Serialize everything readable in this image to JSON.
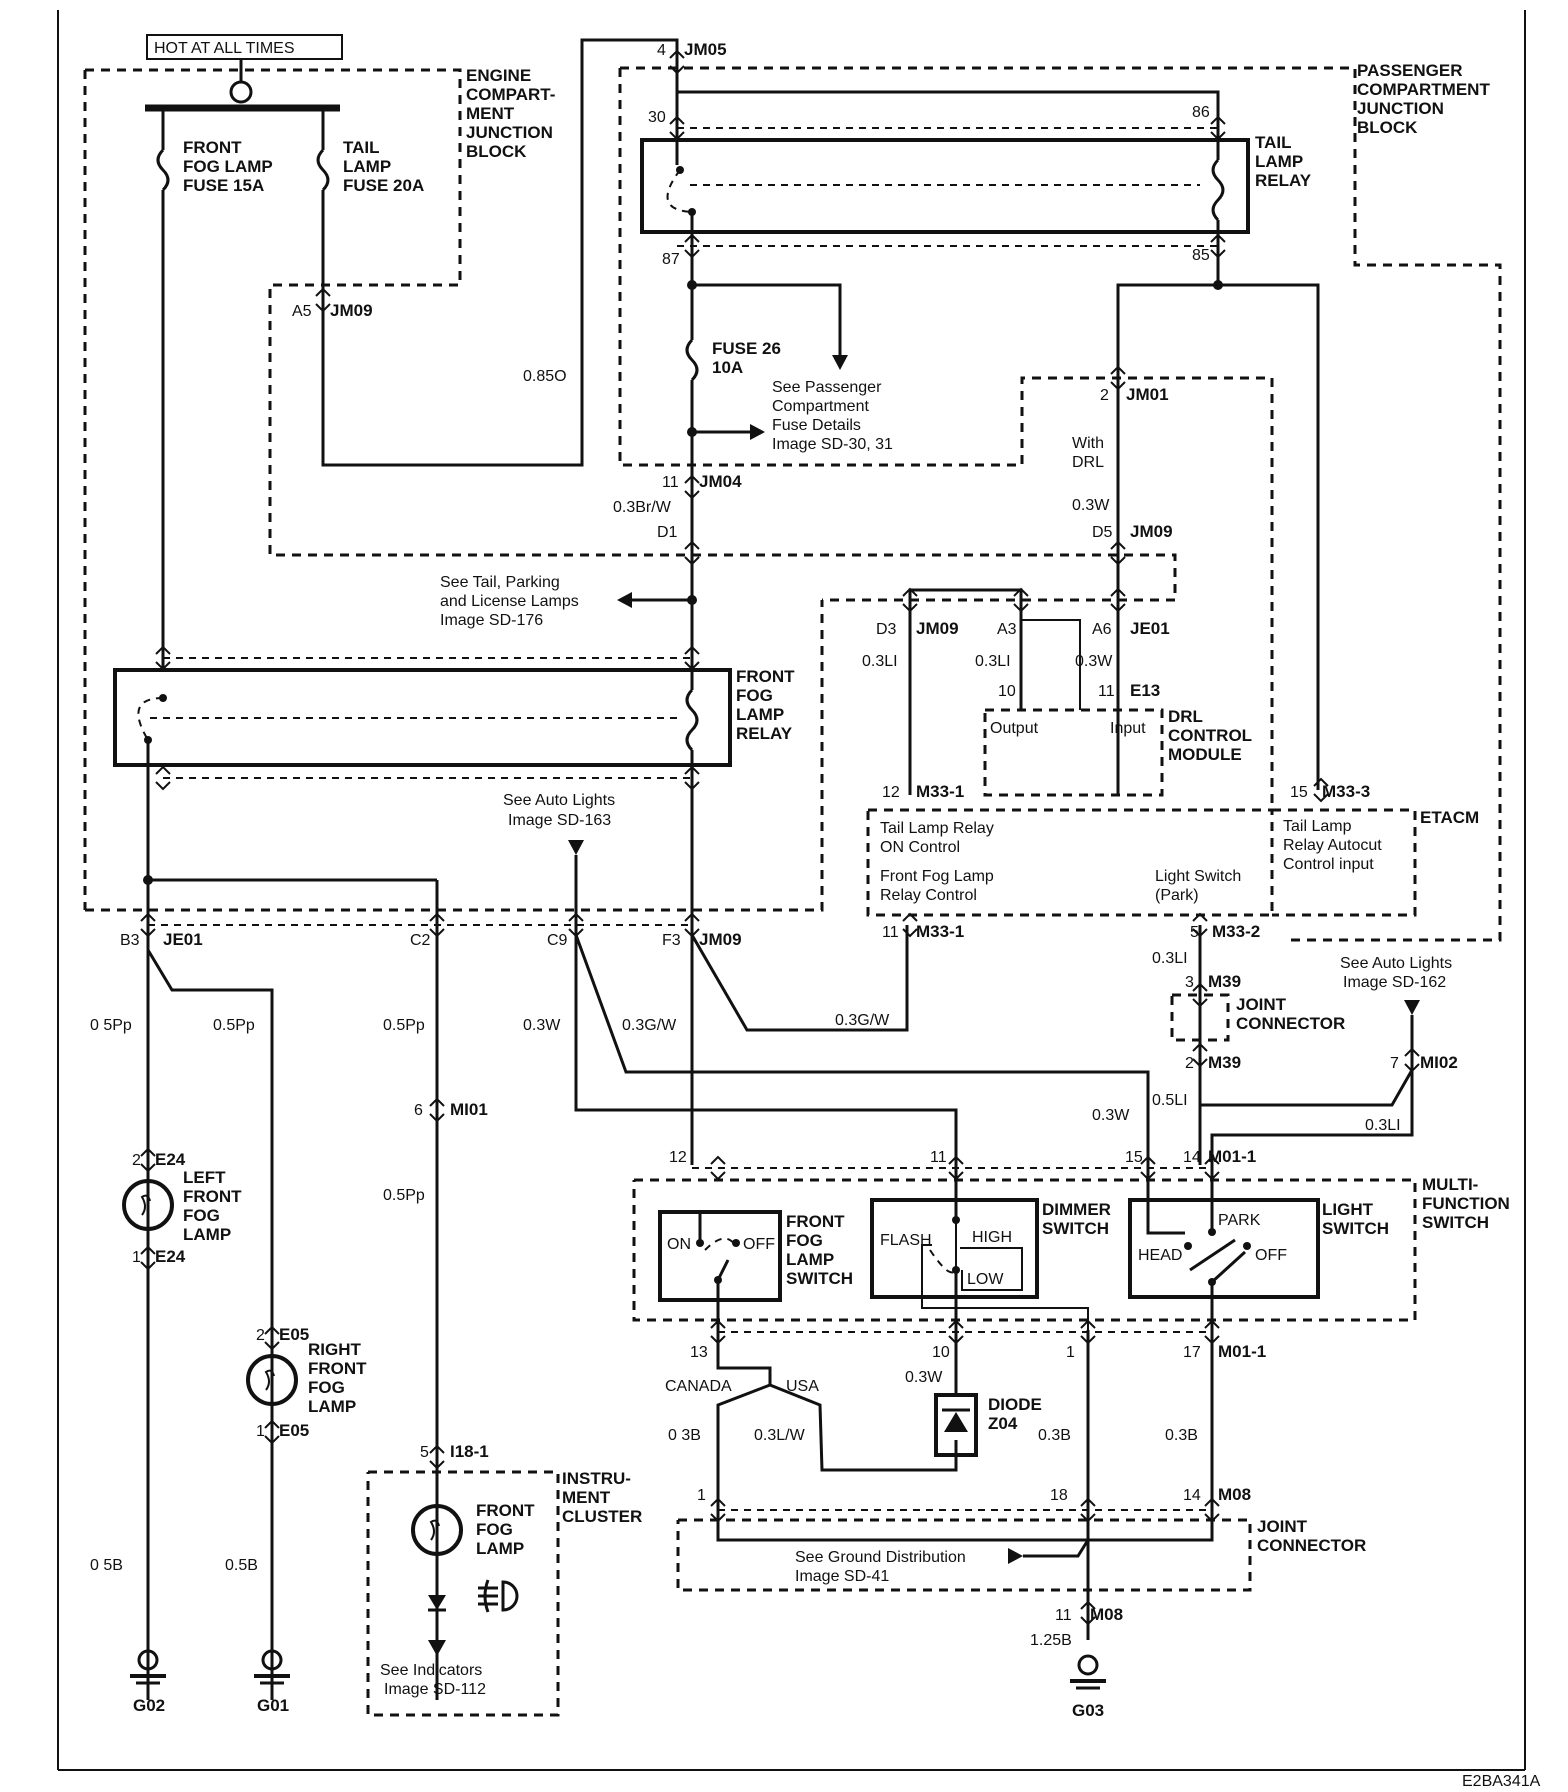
{
  "labels": {
    "hot": "HOT AT ALL TIMES",
    "ecjb": [
      "ENGINE",
      "COMPART-",
      "MENT",
      "JUNCTION",
      "BLOCK"
    ],
    "pcjb": [
      "PASSENGER",
      "COMPARTMENT",
      "JUNCTION",
      "BLOCK"
    ],
    "fog_fuse": [
      "FRONT",
      "FOG LAMP",
      "FUSE 15A"
    ],
    "tail_fuse": [
      "TAIL",
      "LAMP",
      "FUSE 20A"
    ],
    "tail_relay": [
      "TAIL",
      "LAMP",
      "RELAY"
    ],
    "fuse26": [
      "FUSE 26",
      "10A"
    ],
    "see_pass": [
      "See Passenger",
      "Compartment",
      "Fuse Details",
      "Image SD-30, 31"
    ],
    "see_tail": [
      "See Tail, Parking",
      "and License Lamps",
      "Image  SD-176"
    ],
    "fog_relay": [
      "FRONT",
      "FOG",
      "LAMP",
      "RELAY"
    ],
    "with_drl": [
      "With",
      "DRL"
    ],
    "drl": [
      "DRL",
      "CONTROL",
      "MODULE"
    ],
    "drl_output": "Output",
    "drl_input": "Input",
    "etacm": "ETACM",
    "etacm_tail": [
      "Tail Lamp Relay",
      "ON Control"
    ],
    "etacm_fog": [
      "Front Fog Lamp",
      "Relay Control"
    ],
    "etacm_light": [
      "Light Switch",
      "(Park)"
    ],
    "etacm_auto": [
      "Tail Lamp",
      "Relay Autocut",
      "Control input"
    ],
    "see_auto163": [
      "See Auto Lights",
      "Image SD-163"
    ],
    "see_auto162": [
      "See Auto Lights",
      "Image SD-162"
    ],
    "joint_m39": [
      "JOINT",
      "CONNECTOR"
    ],
    "left_lamp": [
      "LEFT",
      "FRONT",
      "FOG",
      "LAMP"
    ],
    "right_lamp": [
      "RIGHT",
      "FRONT",
      "FOG",
      "LAMP"
    ],
    "instr": [
      "INSTRU-",
      "MENT",
      "CLUSTER"
    ],
    "instr_lamp": [
      "FRONT",
      "FOG",
      "LAMP"
    ],
    "see_ind": [
      "See Indicators",
      "Image SD-112"
    ],
    "fog_switch": [
      "FRONT",
      "FOG",
      "LAMP",
      "SWITCH"
    ],
    "on": "ON",
    "off": "OFF",
    "dimmer": [
      "DIMMER",
      "SWITCH"
    ],
    "flash": "FLASH",
    "high": "HIGH",
    "low": "LOW",
    "light_switch": [
      "LIGHT",
      "SWITCH"
    ],
    "park": "PARK",
    "head": "HEAD",
    "off2": "OFF",
    "mfs": [
      "MULTI-",
      "FUNCTION",
      "SWITCH"
    ],
    "canada": "CANADA",
    "usa": "USA",
    "diode": [
      "DIODE",
      "Z04"
    ],
    "see_ground": [
      "See Ground Distribution",
      "Image SD-41"
    ],
    "joint_m08": [
      "JOINT",
      "CONNECTOR"
    ],
    "g02": "G02",
    "g01": "G01",
    "g03": "G03",
    "code": "E2BA341A"
  },
  "connectors": {
    "jm05": [
      "4",
      "JM05"
    ],
    "r30": "30",
    "r86": "86",
    "r87": "87",
    "r85": "85",
    "jm09a5": [
      "A5",
      "JM09"
    ],
    "jm01": [
      "2",
      "JM01"
    ],
    "jm04": [
      "11",
      "JM04"
    ],
    "d1": "D1",
    "d5": [
      "D5",
      "JM09"
    ],
    "d3": [
      "D3",
      "JM09"
    ],
    "a3": "A3",
    "a6": [
      "A6",
      "JE01"
    ],
    "e13": [
      "10",
      "11",
      "E13"
    ],
    "m33_1a": [
      "12",
      "M33-1"
    ],
    "m33_3": [
      "15",
      "M33-3"
    ],
    "m33_1b": [
      "11",
      "M33-1"
    ],
    "m33_2": [
      "5",
      "M33-2"
    ],
    "b3": [
      "B3",
      "JE01"
    ],
    "c2": "C2",
    "c9": "C9",
    "f3": [
      "F3",
      "JM09"
    ],
    "m39a": [
      "3",
      "M39"
    ],
    "m39b": [
      "2",
      "M39"
    ],
    "mi02": [
      "7",
      "MI02"
    ],
    "mi01": [
      "6",
      "MI01"
    ],
    "e24a": [
      "2",
      "E24"
    ],
    "e24b": [
      "1",
      "E24"
    ],
    "e05a": [
      "2",
      "E05"
    ],
    "e05b": [
      "1",
      "E05"
    ],
    "i18": [
      "5",
      "I18-1"
    ],
    "sw_top": [
      "12",
      "11",
      "15",
      "14",
      "M01-1"
    ],
    "sw_bot": [
      "13",
      "10",
      "1",
      "17",
      "M01-1"
    ],
    "m08": [
      "1",
      "18",
      "14",
      "M08"
    ],
    "m08b": [
      "11",
      "M08"
    ]
  },
  "wires": {
    "w085o": "0.85O",
    "w03brw": "0.3Br/W",
    "w03w_drl": "0.3W",
    "w03li_d3": "0.3LI",
    "w03li_a3": "0.3LI",
    "w03w_a6": "0.3W",
    "w05pp1": "0 5Pp",
    "w05pp2": "0.5Pp",
    "w05pp3": "0.5Pp",
    "w05pp4": "0.5Pp",
    "w03w_c9": "0.3W",
    "w03gw1": "0.3G/W",
    "w03gw2": "0.3G/W",
    "w03li_m33": "0.3LI",
    "w05li": "0.5LI",
    "w03w_sw": "0.3W",
    "w03li_mi02": "0.3LI",
    "w05b1": "0 5B",
    "w05b2": "0.5B",
    "w03b1": "0 3B",
    "w03lw": "0.3L/W",
    "w03w_d": "0.3W",
    "w03b2": "0.3B",
    "w03b3": "0.3B",
    "w125b": "1.25B"
  }
}
